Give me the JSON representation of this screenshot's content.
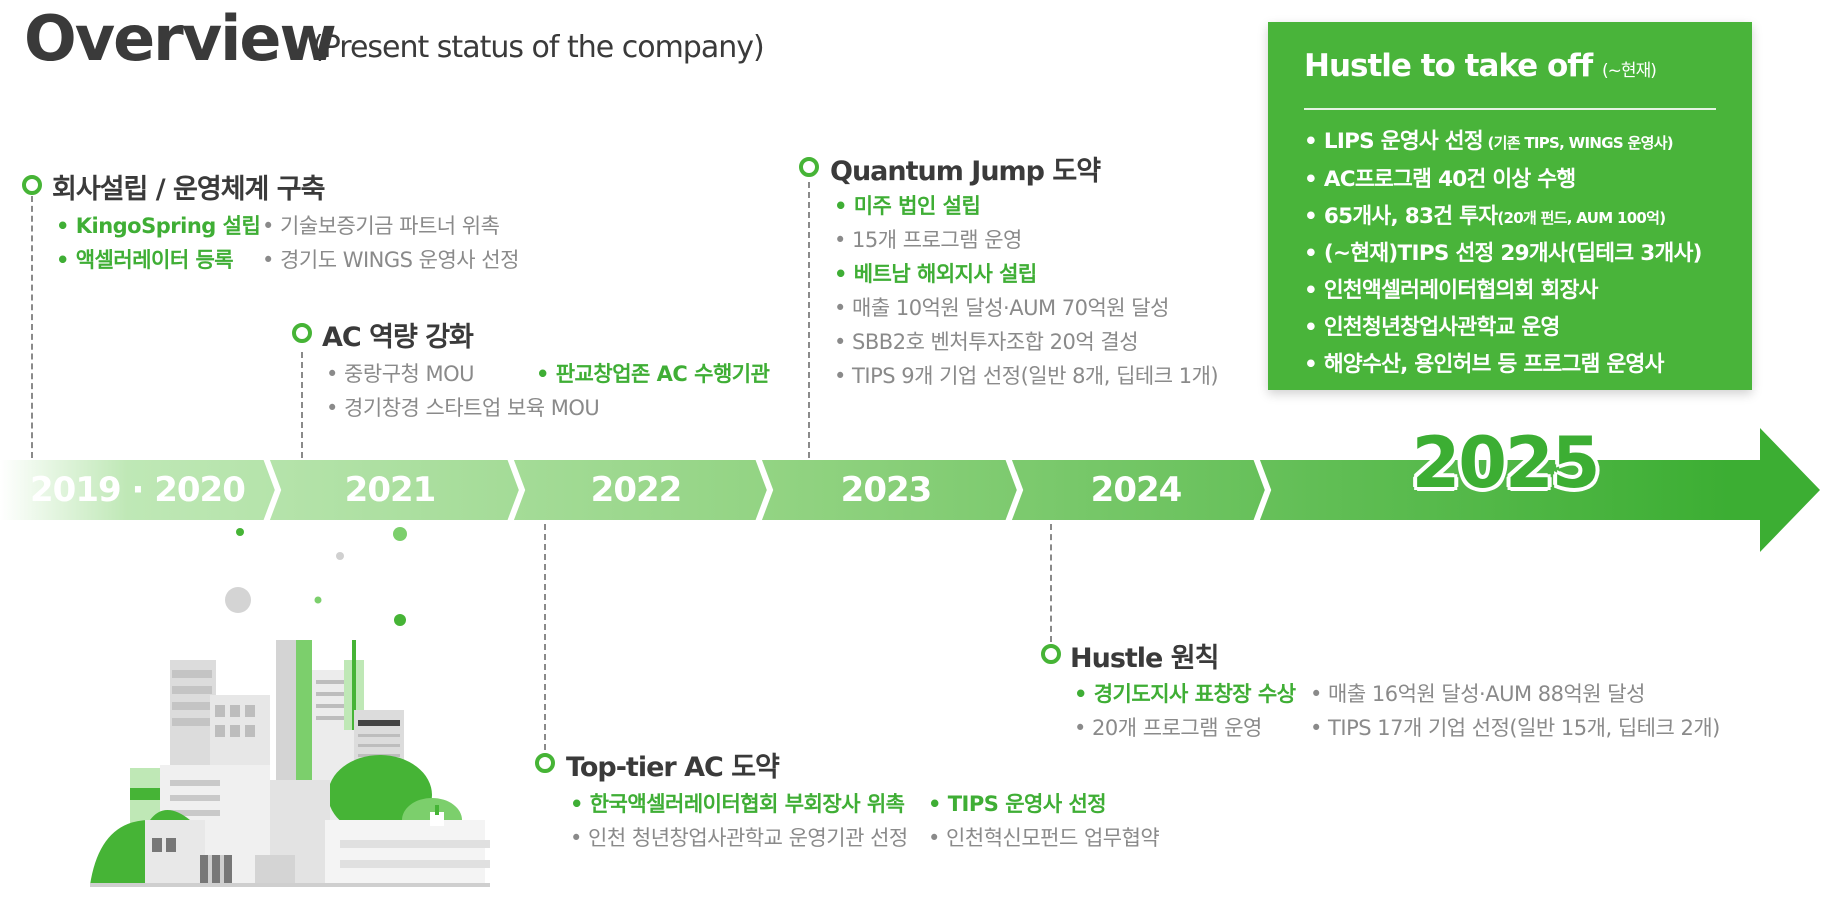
{
  "header": {
    "title": "Overview",
    "subtitle": "(Present status of the company)"
  },
  "milestones": [
    {
      "id": "m2019",
      "title": "회사설립 / 운영체계 구축",
      "items": [
        {
          "text": "• KingoSpring 설립",
          "style": "green"
        },
        {
          "text": "• 기술보증기금 파트너 위촉",
          "style": "gray"
        },
        {
          "text": "• 액셀러레이터 등록",
          "style": "green"
        },
        {
          "text": "• 경기도 WINGS 운영사 선정",
          "style": "gray"
        }
      ]
    },
    {
      "id": "m2021",
      "title": "AC 역량 강화",
      "items": [
        {
          "text": "• 중랑구청 MOU",
          "style": "gray"
        },
        {
          "text": "• 판교창업존 AC 수행기관",
          "style": "green"
        },
        {
          "text": "• 경기창경 스타트업 보육 MOU",
          "style": "gray"
        }
      ]
    },
    {
      "id": "m2022",
      "title": "Top-tier AC 도약",
      "items": [
        {
          "text": "• 한국액셀러레이터협회 부회장사 위촉",
          "style": "green"
        },
        {
          "text": "• TIPS 운영사 선정",
          "style": "green"
        },
        {
          "text": "• 인천 청년창업사관학교 운영기관 선정",
          "style": "gray"
        },
        {
          "text": "• 인천혁신모펀드 업무협약",
          "style": "gray"
        }
      ]
    },
    {
      "id": "m2023",
      "title": "Quantum Jump 도약",
      "items": [
        {
          "text": "• 미주 법인 설립",
          "style": "green"
        },
        {
          "text": "• 15개 프로그램 운영",
          "style": "gray"
        },
        {
          "text": "• 베트남 해외지사 설립",
          "style": "green"
        },
        {
          "text": "• 매출 10억원 달성·AUM 70억원 달성",
          "style": "gray"
        },
        {
          "text": "• SBB2호 벤처투자조합 20억 결성",
          "style": "gray"
        },
        {
          "text": "• TIPS 9개 기업 선정(일반 8개, 딥테크 1개)",
          "style": "gray"
        }
      ]
    },
    {
      "id": "m2024",
      "title": "Hustle 원칙",
      "items": [
        {
          "text": "• 경기도지사 표창장 수상",
          "style": "green"
        },
        {
          "text": "• 매출 16억원 달성·AUM 88억원 달성",
          "style": "gray"
        },
        {
          "text": "• 20개 프로그램 운영",
          "style": "gray"
        },
        {
          "text": "• TIPS 17개 기업 선정(일반 15개, 딥테크 2개)",
          "style": "gray"
        }
      ]
    }
  ],
  "timeline": {
    "years": [
      "2019 · 2020",
      "2021",
      "2022",
      "2023",
      "2024",
      "2025"
    ],
    "colors": {
      "light": "#bfe8b6",
      "dark": "#3cae33",
      "accent": "#46b436"
    }
  },
  "current": {
    "title": "Hustle to take off",
    "title_note": "(~현재)",
    "items": [
      {
        "text": "• LIPS 운영사 선정",
        "note": " (기존 TIPS, WINGS 운영사)"
      },
      {
        "text": "• AC프로그램 40건 이상 수행",
        "note": ""
      },
      {
        "text": "• 65개사, 83건 투자",
        "note": "(20개 펀드, AUM 100억)"
      },
      {
        "text": "• (~현재)TIPS 선정 29개사(딥테크 3개사)",
        "note": ""
      },
      {
        "text": "• 인천액셀러레이터협의회 회장사",
        "note": ""
      },
      {
        "text": "• 인천청년창업사관학교 운영",
        "note": ""
      },
      {
        "text": "• 해양수산, 용인허브 등 프로그램 운영사",
        "note": ""
      }
    ]
  },
  "illustration": {
    "icon": "city-buildings-icon"
  }
}
